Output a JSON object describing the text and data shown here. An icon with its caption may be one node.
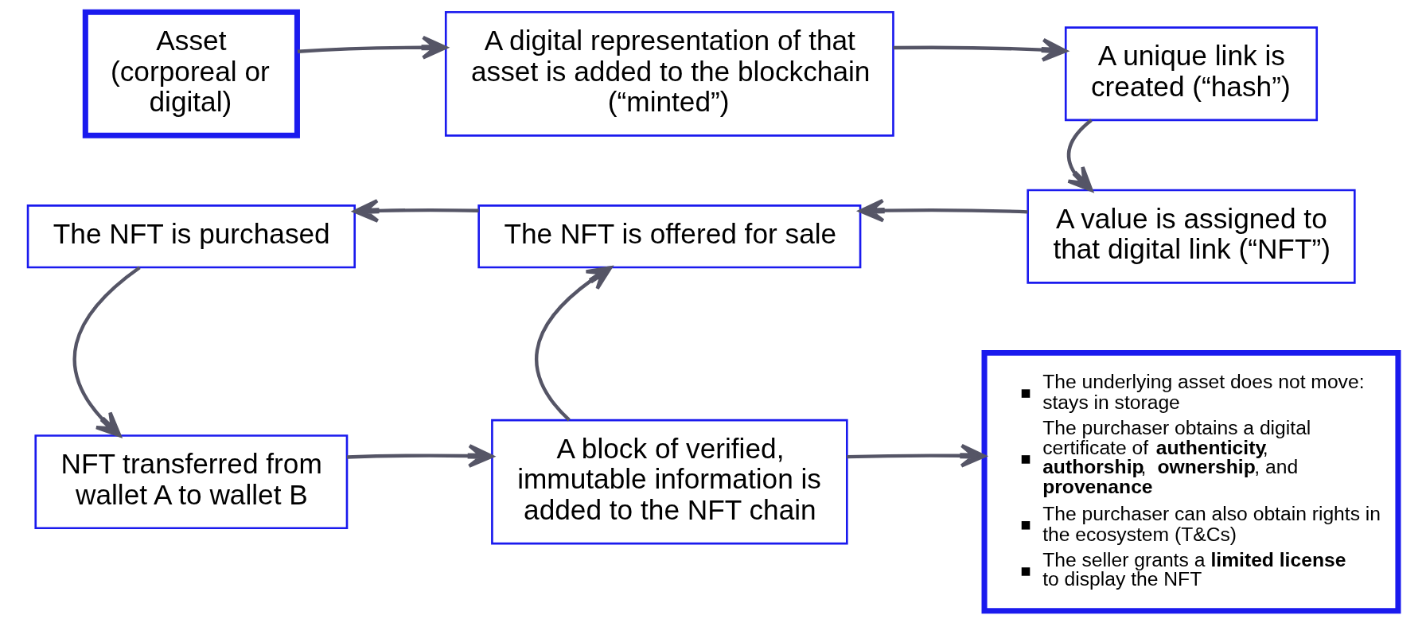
{
  "diagram": {
    "nodes": [
      {
        "text": [
          "Asset (corporeal or digital)"
        ]
      },
      {
        "text": [
          "A digital representation of that asset is added to the blockchain (“minted”)"
        ]
      },
      {
        "text": [
          "A unique link is created (“hash”)"
        ]
      },
      {
        "text": [
          "A value is assigned to that digital link (“NFT”)"
        ]
      },
      {
        "text": [
          "The NFT is offered for sale"
        ]
      },
      {
        "text": [
          "The NFT is purchased"
        ]
      },
      {
        "text": [
          "NFT transferred from wallet A to wallet B"
        ]
      },
      {
        "text": [
          "A block of verified, immutable information is added to the NFT chain"
        ]
      },
      {
        "text": [
          "The underlying asset does not move: stays in storage",
          "The purchaser obtains a digital certificate of **authenticity**, **authorship**, **ownership**, and **provenance**",
          "The purchaser can also obtain rights in the ecosystem (T&Cs)",
          "The seller grants a **limited license** to display the NFT"
        ]
      }
    ],
    "edges": [
      {
        "from": 0,
        "to": 1,
        "arrow": "to"
      },
      {
        "from": 1,
        "to": 2,
        "arrow": "to"
      },
      {
        "from": 2,
        "to": 3,
        "arrow": "to"
      },
      {
        "from": 3,
        "to": 4,
        "arrow": "to"
      },
      {
        "from": 4,
        "to": 5,
        "arrow": "to"
      },
      {
        "from": 5,
        "to": 6,
        "arrow": "to"
      },
      {
        "from": 6,
        "to": 7,
        "arrow": "to"
      },
      {
        "from": 7,
        "to": 4,
        "arrow": "to"
      },
      {
        "from": 7,
        "to": 8,
        "arrow": "to"
      }
    ]
  }
}
